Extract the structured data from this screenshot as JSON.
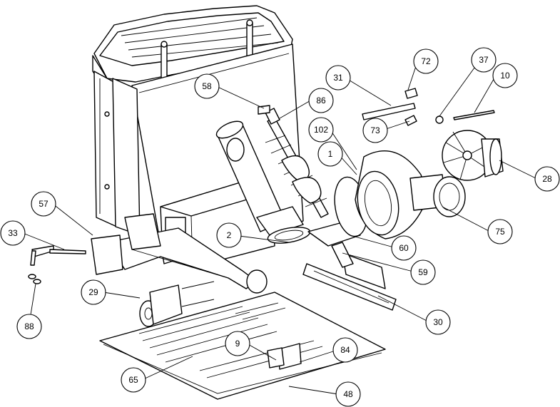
{
  "callouts": [
    {
      "id": "c72",
      "label": "72"
    },
    {
      "id": "c37",
      "label": "37"
    },
    {
      "id": "c10",
      "label": "10"
    },
    {
      "id": "c31",
      "label": "31"
    },
    {
      "id": "c58",
      "label": "58"
    },
    {
      "id": "c86",
      "label": "86"
    },
    {
      "id": "c73",
      "label": "73"
    },
    {
      "id": "c102",
      "label": "102"
    },
    {
      "id": "c1",
      "label": "1"
    },
    {
      "id": "c28",
      "label": "28"
    },
    {
      "id": "c57",
      "label": "57"
    },
    {
      "id": "c75",
      "label": "75"
    },
    {
      "id": "c33",
      "label": "33"
    },
    {
      "id": "c2",
      "label": "2"
    },
    {
      "id": "c60",
      "label": "60"
    },
    {
      "id": "c59",
      "label": "59"
    },
    {
      "id": "c29",
      "label": "29"
    },
    {
      "id": "c30",
      "label": "30"
    },
    {
      "id": "c88",
      "label": "88"
    },
    {
      "id": "c9",
      "label": "9"
    },
    {
      "id": "c84",
      "label": "84"
    },
    {
      "id": "c65",
      "label": "65"
    },
    {
      "id": "c48",
      "label": "48"
    }
  ]
}
